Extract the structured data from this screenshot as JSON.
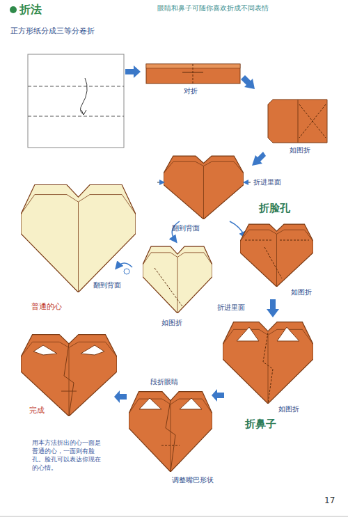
{
  "diagram": {
    "title": "折法",
    "labels": [
      "眼睛和鼻子可随你喜欢折成不同表情",
      "正方形纸分成三等分卷折",
      "对折",
      "如图折",
      "折进里面",
      "折脸孔",
      "翻到背面",
      "普通的心",
      "翻到背面",
      "如图折",
      "如图折",
      "折进里面",
      "如图折",
      "段折眼睛",
      "完成",
      "折鼻子",
      "调整嘴巴形状",
      "用本方法折出的心一面是普通的心，一面则有脸孔。脸孔可以表达你现在的心情。",
      "17"
    ]
  }
}
